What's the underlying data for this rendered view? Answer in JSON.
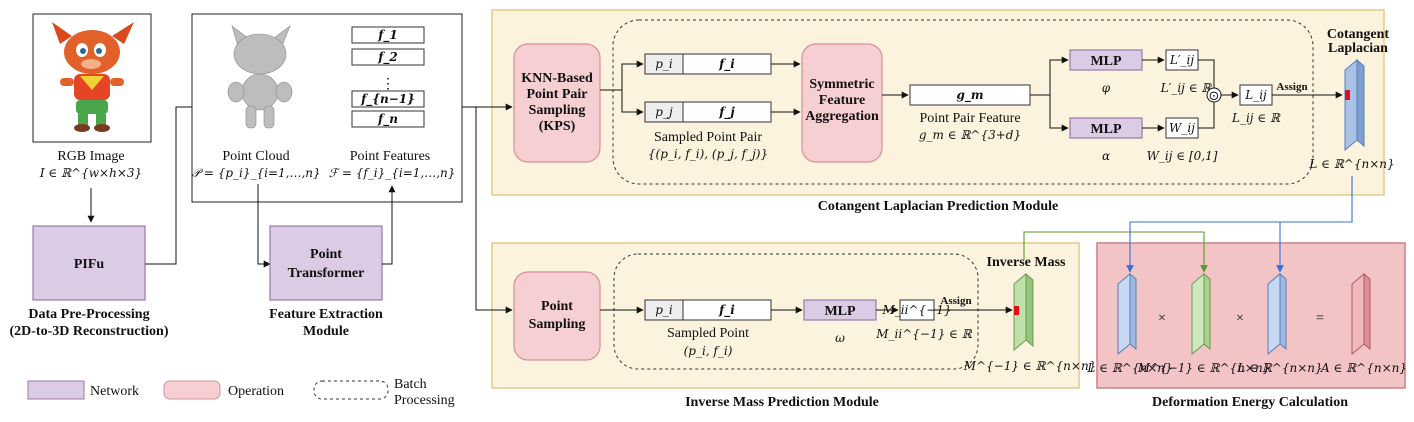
{
  "pipeline": {
    "rgb_image": {
      "caption": "RGB Image",
      "formula": "I ∈ ℝ^{w×h×3}"
    },
    "pifu": {
      "label": "PIFu"
    },
    "preprocess": {
      "line1": "Data Pre-Processing",
      "line2": "(2D-to-3D Reconstruction)"
    },
    "point_cloud": {
      "caption": "Point Cloud",
      "formula": "𝒫 = {p_i}_{i=1,…,n}"
    },
    "point_features": {
      "caption": "Point Features",
      "formula": "ℱ = {f_i}_{i=1,…,n}",
      "items": [
        "f_1",
        "f_2",
        "⋮",
        "f_{n−1}",
        "f_n"
      ]
    },
    "point_transformer": {
      "line1": "Point",
      "line2": "Transformer"
    },
    "feature_extraction": {
      "line1": "Feature Extraction",
      "line2": "Module"
    }
  },
  "cotangent_module": {
    "title": "Cotangent Laplacian Prediction Module",
    "kps": {
      "lines": [
        "KNN-Based",
        "Point Pair",
        "Sampling",
        "(KPS)"
      ]
    },
    "pair_i": {
      "p": "p_i",
      "f": "f_i"
    },
    "pair_j": {
      "p": "p_j",
      "f": "f_j"
    },
    "sampled_pair": {
      "caption": "Sampled Point Pair",
      "formula": "{(p_i, f_i), (p_j, f_j)}"
    },
    "sfa": {
      "lines": [
        "Symmetric",
        "Feature",
        "Aggregation"
      ]
    },
    "g_box": "g_m",
    "pair_feature": {
      "caption": "Point Pair Feature",
      "formula": "g_m ∈ ℝ^{3+d}"
    },
    "mlp_phi": {
      "label": "MLP",
      "symbol": "φ"
    },
    "mlp_alpha": {
      "label": "MLP",
      "symbol": "α"
    },
    "l_prime_box": "L′_ij",
    "l_prime_formula": "L′_ij ∈ ℝ",
    "w_box": "W_ij",
    "w_formula": "W_ij ∈ [0,1]",
    "hadamard": "⊙",
    "l_box": "L_ij",
    "l_formula": "L_ij ∈ ℝ",
    "assign": "Assign",
    "output_title": [
      "Cotangent",
      "Laplacian"
    ],
    "output_formula": "L ∈ ℝ^{n×n}"
  },
  "mass_module": {
    "title": "Inverse Mass Prediction Module",
    "sampling": {
      "lines": [
        "Point",
        "Sampling"
      ]
    },
    "pair": {
      "p": "p_i",
      "f": "f_i"
    },
    "sampled_point": {
      "caption": "Sampled Point",
      "formula": "(p_i, f_i)"
    },
    "mlp": {
      "label": "MLP",
      "symbol": "ω"
    },
    "m_box": "M_ii^{−1}",
    "m_formula": "M_ii^{−1} ∈ ℝ",
    "assign": "Assign",
    "output_title": "Inverse Mass",
    "output_formula": "M^{−1} ∈ ℝ^{n×n}"
  },
  "energy": {
    "title": "Deformation Energy Calculation",
    "ops": [
      "×",
      "×",
      "="
    ],
    "terms": [
      "L ∈ ℝ^{n×n}",
      "M^{−1} ∈ ℝ^{n×n}",
      "L ∈ ℝ^{n×n}",
      "A ∈ ℝ^{n×n}"
    ]
  },
  "legend": {
    "network": "Network",
    "operation": "Operation",
    "batch": [
      "Batch",
      "Processing"
    ]
  },
  "colors": {
    "network_fill": "#dccbe4",
    "network_stroke": "#9a7aa8",
    "operation_fill": "#f6cfd3",
    "operation_stroke": "#d88f98",
    "module_bg": "#fbf3dd",
    "module_stroke": "#e5c98a",
    "energy_bg": "#f2c4c6",
    "energy_stroke": "#c98185",
    "blue_arrow": "#3a6fd8",
    "green_arrow": "#5a9a2a"
  }
}
